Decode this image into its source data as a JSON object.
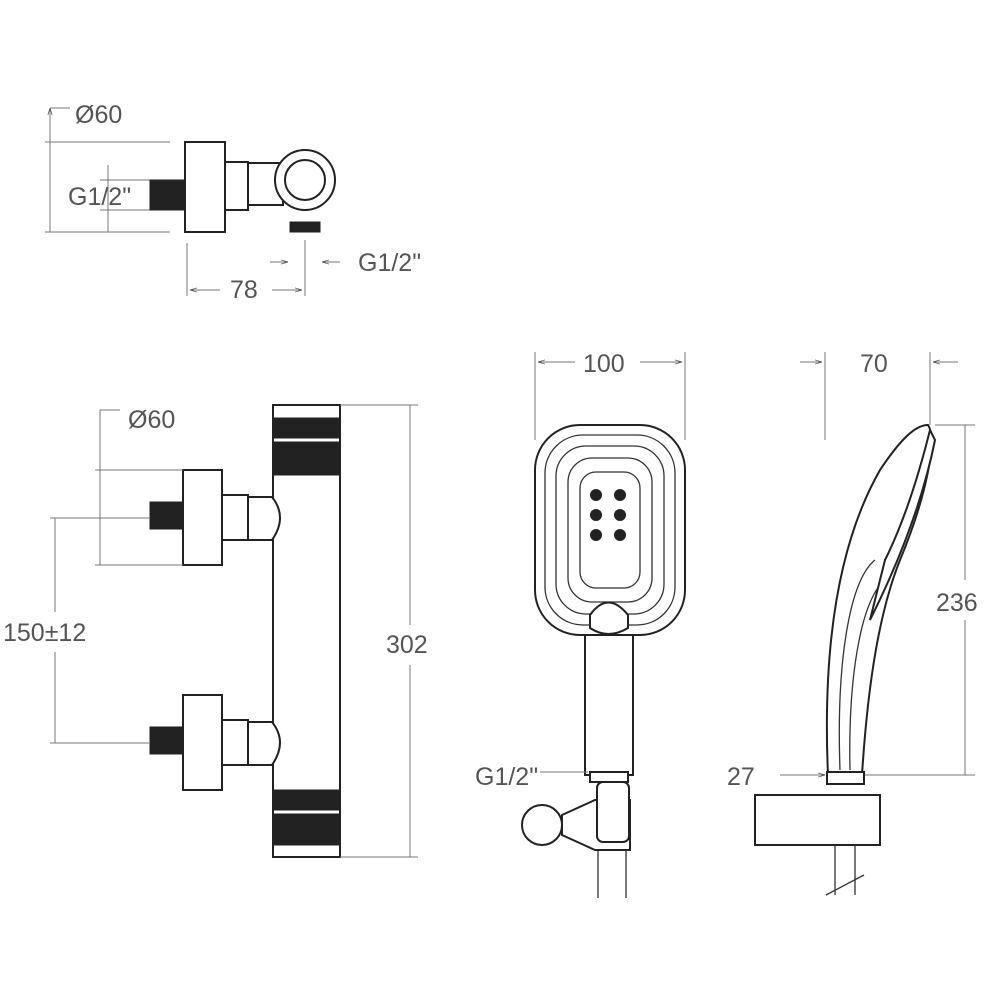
{
  "drawing": {
    "top_view": {
      "diameter": "Ø60",
      "inlet_thread": "G1/2\"",
      "outlet_thread": "G1/2\"",
      "depth": "78"
    },
    "front_view": {
      "diameter": "Ø60",
      "centers": "150±12",
      "height": "302"
    },
    "hand_shower_front": {
      "width": "100",
      "thread": "G1/2\""
    },
    "hand_shower_side": {
      "depth": "70",
      "length": "236",
      "holder": "27"
    },
    "colors": {
      "line": "#222222",
      "text": "#555555"
    }
  }
}
